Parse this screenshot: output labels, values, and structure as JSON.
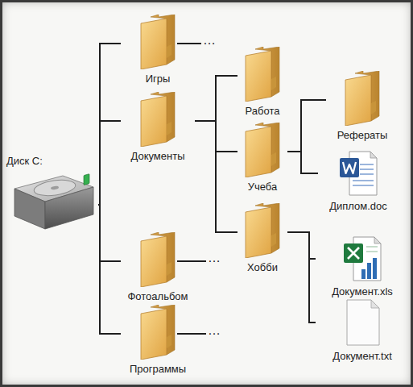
{
  "diagram": {
    "nodes": [
      {
        "text": [
          "Диск C:"
        ]
      },
      {
        "text": [
          "Игры"
        ]
      },
      {
        "text": [
          "Документы"
        ]
      },
      {
        "text": [
          "Фотоальбом"
        ]
      },
      {
        "text": [
          "Программы"
        ]
      },
      {
        "text": [
          "Работа"
        ]
      },
      {
        "text": [
          "Учеба"
        ]
      },
      {
        "text": [
          "Хобби"
        ]
      },
      {
        "text": [
          "Рефераты"
        ]
      },
      {
        "text": [
          "Диплом.doc"
        ]
      },
      {
        "text": [
          "Документ.xls"
        ]
      },
      {
        "text": [
          "Документ.txt"
        ]
      }
    ],
    "edges": [
      {
        "from": 0,
        "to": 1,
        "arrow": "none"
      },
      {
        "from": 0,
        "to": 2,
        "arrow": "none"
      },
      {
        "from": 0,
        "to": 3,
        "arrow": "none"
      },
      {
        "from": 0,
        "to": 4,
        "arrow": "none"
      },
      {
        "from": 2,
        "to": 5,
        "arrow": "none"
      },
      {
        "from": 2,
        "to": 6,
        "arrow": "none"
      },
      {
        "from": 2,
        "to": 7,
        "arrow": "none"
      },
      {
        "from": 6,
        "to": 8,
        "arrow": "none"
      },
      {
        "from": 6,
        "to": 9,
        "arrow": "none"
      },
      {
        "from": 7,
        "to": 10,
        "arrow": "none"
      },
      {
        "from": 7,
        "to": 11,
        "arrow": "none"
      }
    ],
    "labels": [
      "…",
      "…",
      "…"
    ]
  }
}
